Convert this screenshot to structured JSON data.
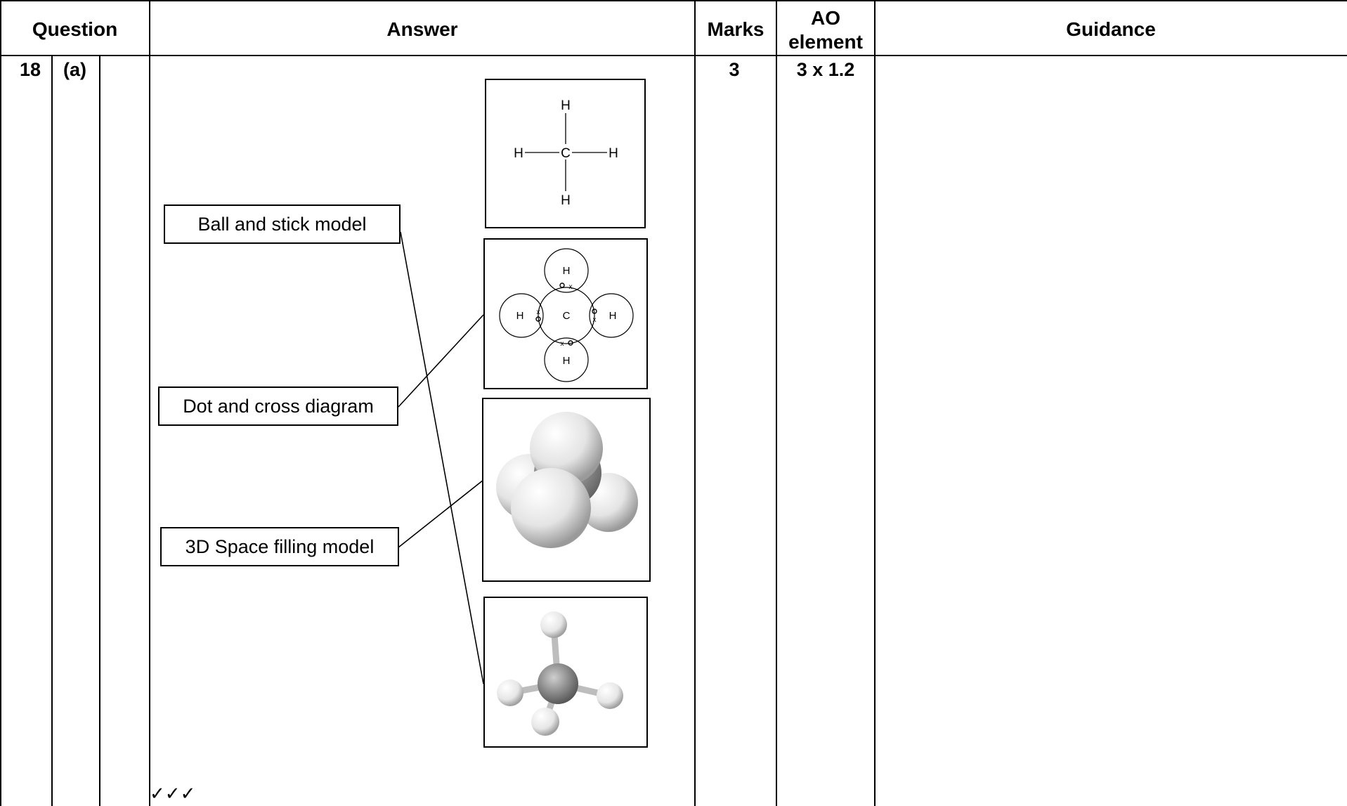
{
  "header": {
    "question": "Question",
    "answer": "Answer",
    "marks": "Marks",
    "ao_line1": "AO",
    "ao_line2": "element",
    "guidance": "Guidance"
  },
  "row": {
    "number": "18",
    "part": "(a)",
    "marks": "3",
    "ao": "3 x 1.2",
    "ticks": "✓✓✓"
  },
  "labels": {
    "ball_stick": "Ball and stick model",
    "dot_cross": "Dot and cross diagram",
    "space_filling": "3D Space filling model"
  },
  "atoms": {
    "hydrogen": "H",
    "carbon": "C",
    "cross": "x"
  }
}
